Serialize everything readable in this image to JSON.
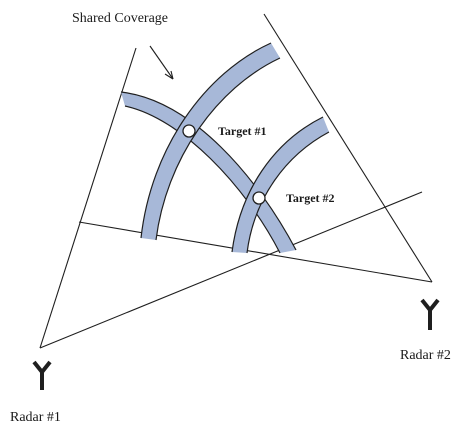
{
  "labels": {
    "shared_coverage": "Shared Coverage",
    "target_1": "Target #1",
    "target_2": "Target #2",
    "radar_1": "Radar #1",
    "radar_2": "Radar #2"
  },
  "colors": {
    "range_band": "#a7b8d8",
    "lines": "#1f1f1f",
    "background": "#ffffff"
  },
  "icons": {
    "radar_1": "antenna-icon",
    "radar_2": "antenna-icon",
    "target_1": "target-marker-icon",
    "target_2": "target-marker-icon"
  }
}
